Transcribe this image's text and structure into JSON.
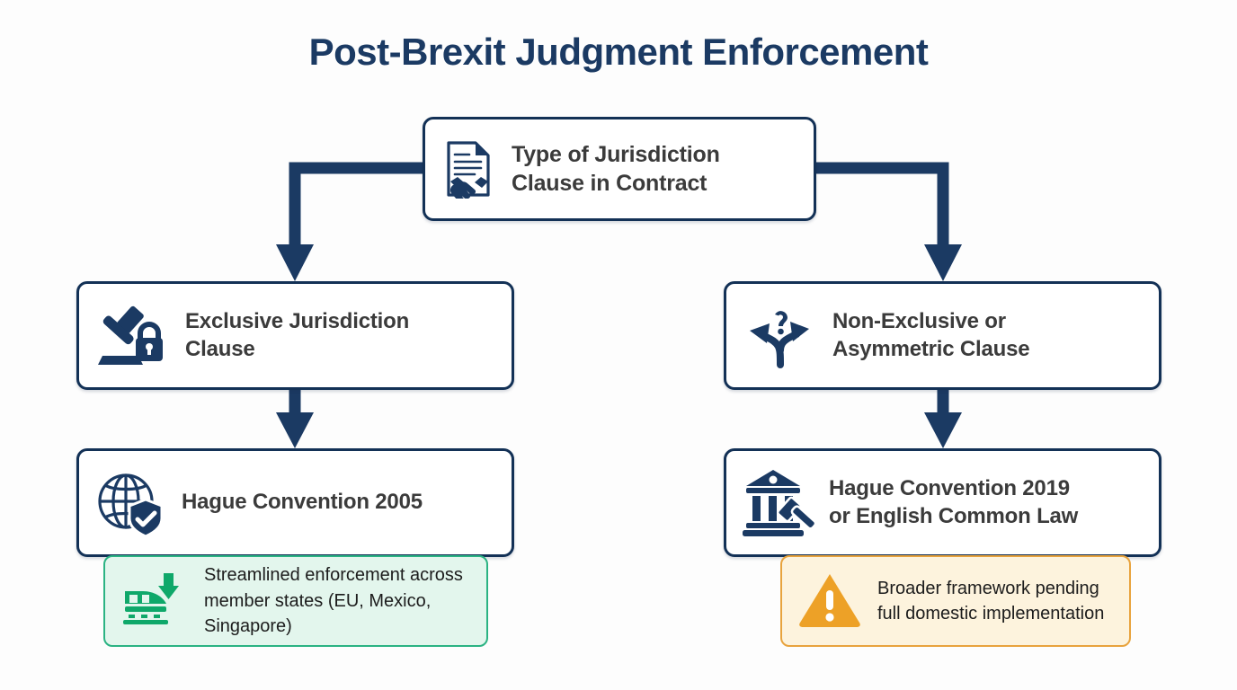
{
  "page": {
    "title": "Post-Brexit Judgment Enforcement",
    "background_color": "#fdfdfd",
    "navy": "#133156",
    "title_color": "#1b3a63",
    "green_accent": "#2bb383",
    "green_fill": "#e3f6ed",
    "orange_accent": "#e8a33d",
    "orange_fill": "#fdf3dd"
  },
  "nodes": {
    "root": {
      "label_line1": "Type of Jurisdiction",
      "label_line2": "Clause in Contract",
      "icon": "document-handshake-icon"
    },
    "exclusive": {
      "label_line1": "Exclusive Jurisdiction",
      "label_line2": "Clause",
      "icon": "gavel-lock-icon"
    },
    "non_exclusive": {
      "label_line1": "Non-Exclusive or",
      "label_line2": "Asymmetric Clause",
      "icon": "branching-arrows-question-icon"
    },
    "hague_2005": {
      "label_line1": "Hague Convention 2005",
      "label_line2": "",
      "icon": "globe-shield-check-icon"
    },
    "hague_2019": {
      "label_line1": "Hague Convention 2019",
      "label_line2": "or English Common Law",
      "icon": "courthouse-gavel-icon"
    }
  },
  "callouts": {
    "green": {
      "text": "Streamlined enforcement across member states (EU, Mexico, Singapore)",
      "icon": "fast-train-icon"
    },
    "orange": {
      "text": "Broader framework pending full domestic implementation",
      "icon": "warning-triangle-icon"
    }
  }
}
